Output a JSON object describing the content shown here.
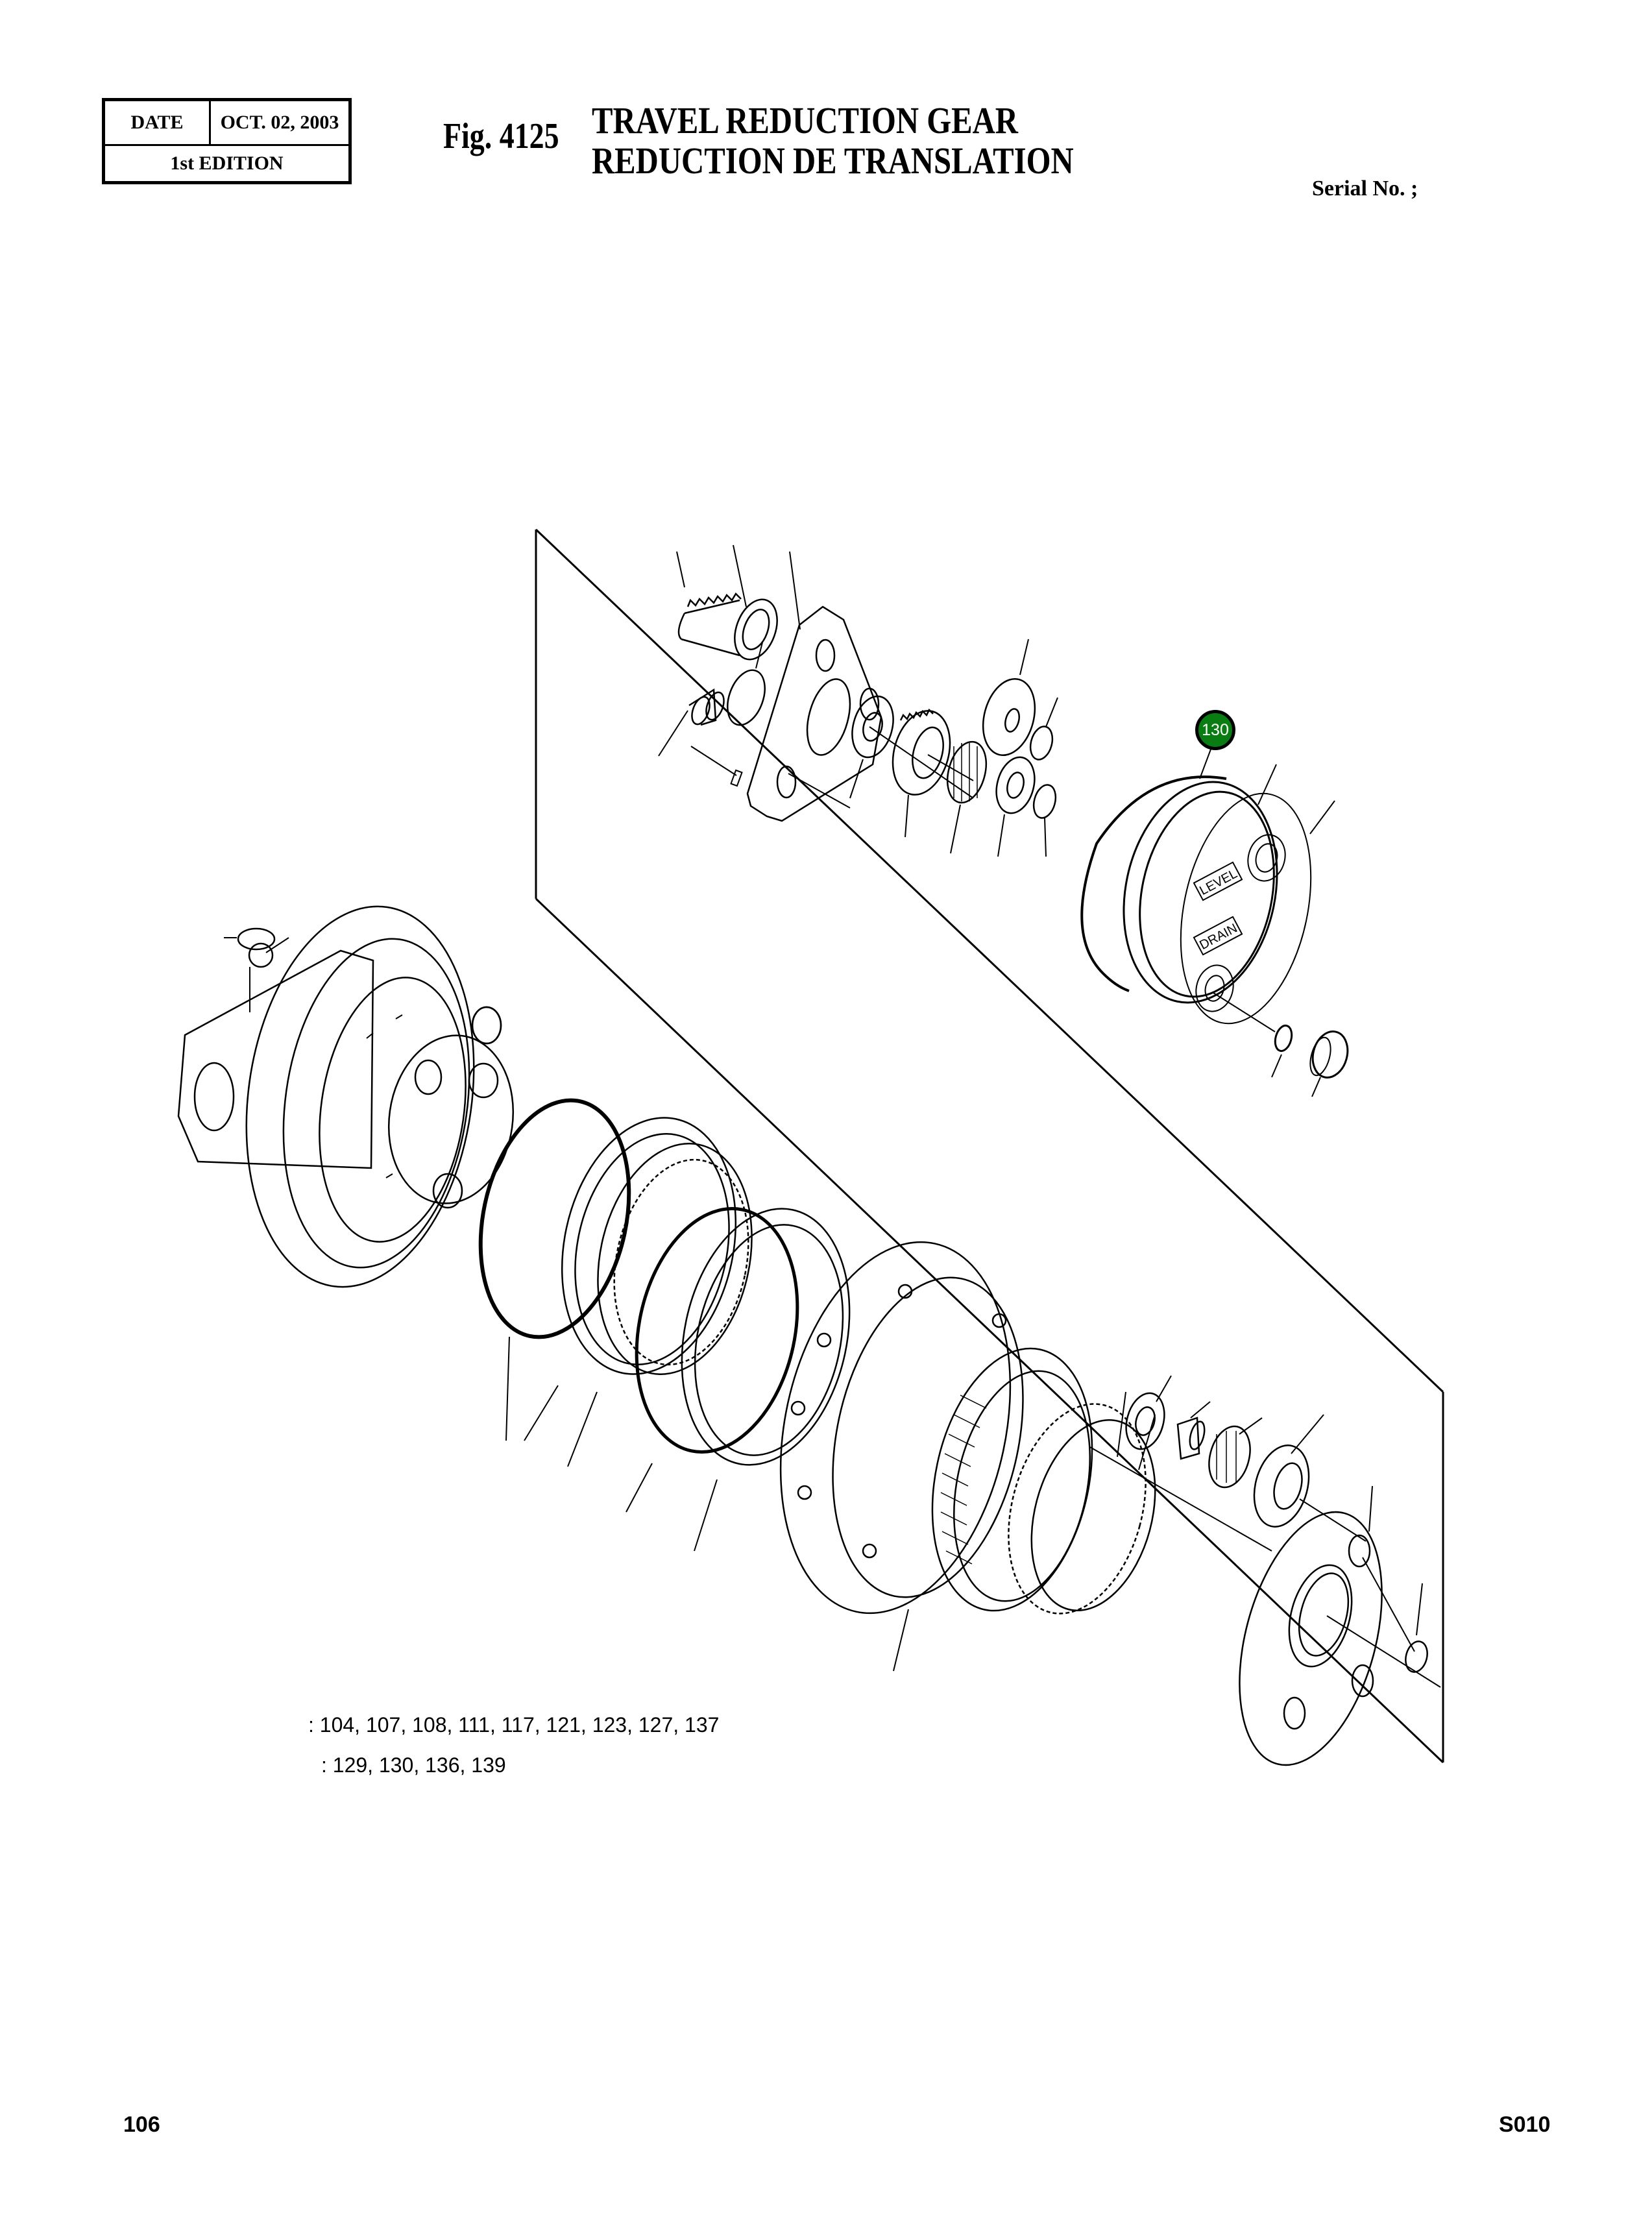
{
  "header": {
    "date_label": "DATE",
    "date_value": "OCT.  02, 2003",
    "edition": "1st EDITION",
    "figure_number": "Fig. 4125",
    "title_en": "TRAVEL REDUCTION GEAR",
    "title_fr": "REDUCTION DE TRANSLATION",
    "serial_label": "Serial No. ;"
  },
  "drawing": {
    "description": "Exploded view of travel reduction gear assembly",
    "labels": {
      "level": "LEVEL",
      "drain": "DRAIN"
    },
    "highlighted_callout": {
      "label": "130",
      "color": "#0a7d12"
    }
  },
  "legend": {
    "line1": ": 104, 107, 108, 111, 117, 121, 123, 127, 137",
    "line2": ": 129, 130, 136, 139"
  },
  "footer": {
    "page_number": "106",
    "document_code": "S010"
  }
}
